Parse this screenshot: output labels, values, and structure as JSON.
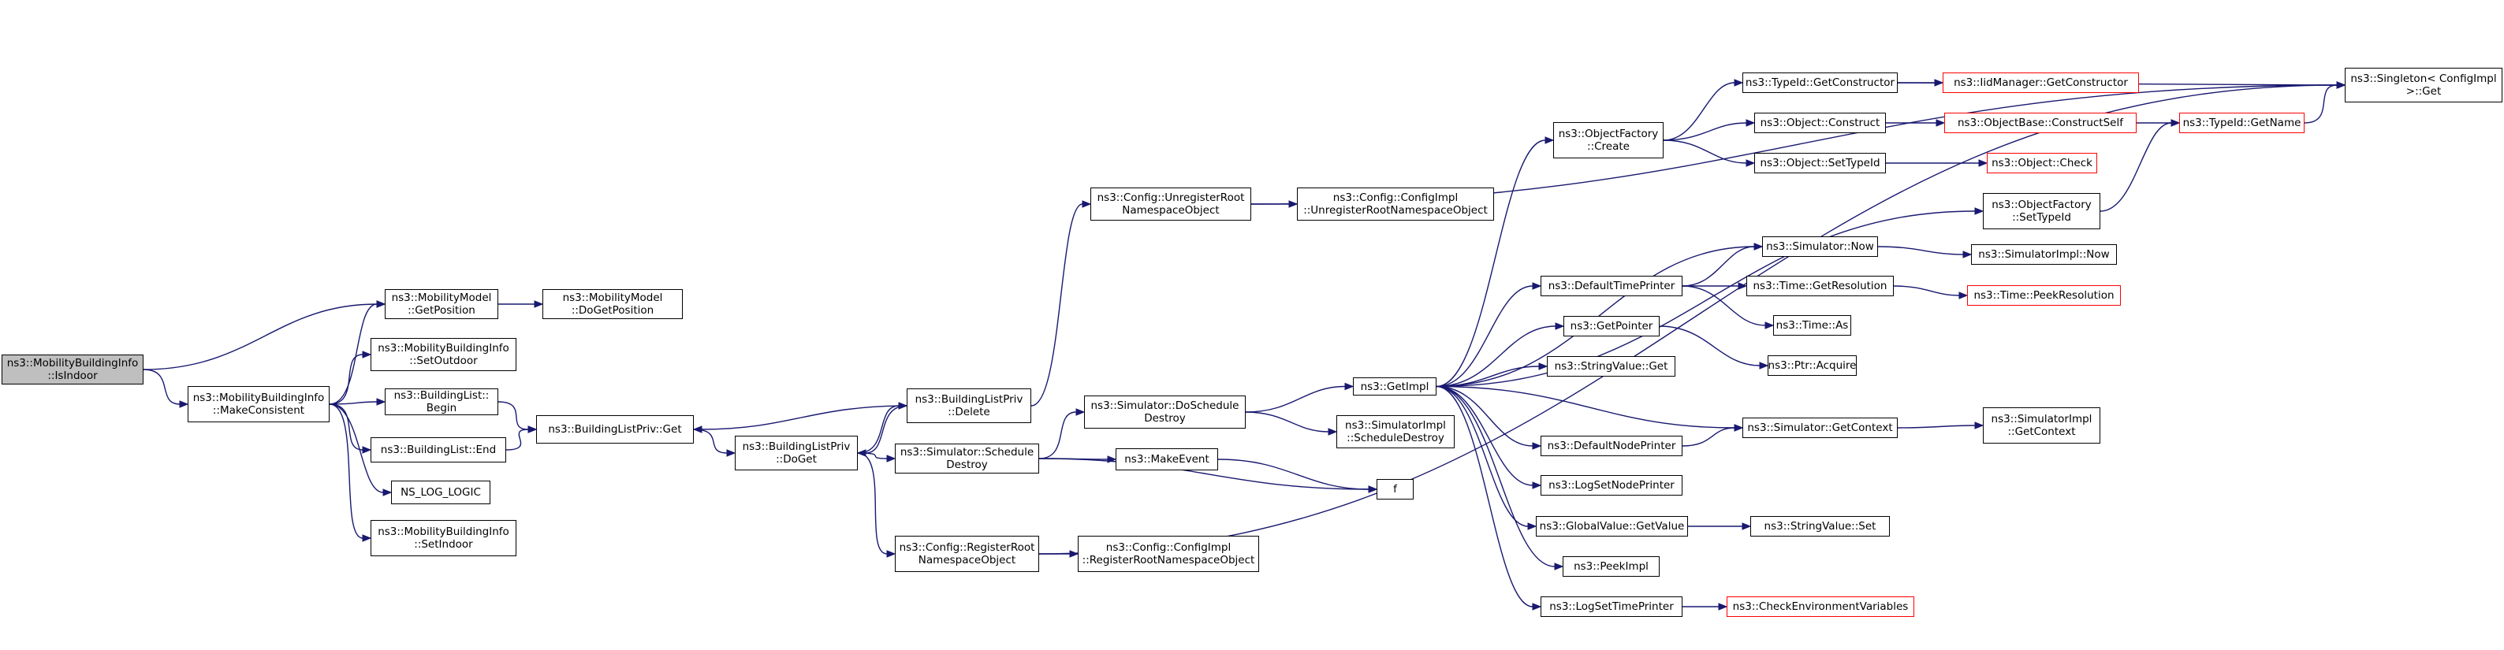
{
  "colors": {
    "edge": "#191970",
    "border": "#000000",
    "truncated_border": "#ff0000",
    "root_fill": "#bfbfbf",
    "background": "#ffffff"
  },
  "nodes": [
    {
      "id": "isindoor",
      "lines": [
        "ns3::MobilityBuildingInfo",
        "::IsIndoor"
      ],
      "root": true
    },
    {
      "id": "makeconsistent",
      "lines": [
        "ns3::MobilityBuildingInfo",
        "::MakeConsistent"
      ]
    },
    {
      "id": "getposition",
      "lines": [
        "ns3::MobilityModel",
        "::GetPosition"
      ]
    },
    {
      "id": "dogetposition",
      "lines": [
        "ns3::MobilityModel",
        "::DoGetPosition"
      ]
    },
    {
      "id": "setoutdoor",
      "lines": [
        "ns3::MobilityBuildingInfo",
        "::SetOutdoor"
      ]
    },
    {
      "id": "blbegin",
      "lines": [
        "ns3::BuildingList::",
        "Begin"
      ]
    },
    {
      "id": "blend",
      "lines": [
        "ns3::BuildingList::End"
      ]
    },
    {
      "id": "nslog",
      "lines": [
        "NS_LOG_LOGIC"
      ]
    },
    {
      "id": "setindoor",
      "lines": [
        "ns3::MobilityBuildingInfo",
        "::SetIndoor"
      ]
    },
    {
      "id": "blpget",
      "lines": [
        "ns3::BuildingListPriv::Get"
      ]
    },
    {
      "id": "blpdoget",
      "lines": [
        "ns3::BuildingListPriv",
        "::DoGet"
      ]
    },
    {
      "id": "blpdelete",
      "lines": [
        "ns3::BuildingListPriv",
        "::Delete"
      ]
    },
    {
      "id": "unregroot",
      "lines": [
        "ns3::Config::UnregisterRoot",
        "NamespaceObject"
      ]
    },
    {
      "id": "cfgunreg",
      "lines": [
        "ns3::Config::ConfigImpl",
        "::UnregisterRootNamespaceObject"
      ]
    },
    {
      "id": "doschedule",
      "lines": [
        "ns3::Simulator::DoSchedule",
        "Destroy"
      ]
    },
    {
      "id": "schedule",
      "lines": [
        "ns3::Simulator::Schedule",
        "Destroy"
      ]
    },
    {
      "id": "makeevent",
      "lines": [
        "ns3::MakeEvent"
      ]
    },
    {
      "id": "f",
      "lines": [
        "f"
      ]
    },
    {
      "id": "regroot",
      "lines": [
        "ns3::Config::RegisterRoot",
        "NamespaceObject"
      ]
    },
    {
      "id": "cfgreg",
      "lines": [
        "ns3::Config::ConfigImpl",
        "::RegisterRootNamespaceObject"
      ]
    },
    {
      "id": "getimpl",
      "lines": [
        "ns3::GetImpl"
      ]
    },
    {
      "id": "simimplsched",
      "lines": [
        "ns3::SimulatorImpl",
        "::ScheduleDestroy"
      ]
    },
    {
      "id": "ofcreate",
      "lines": [
        "ns3::ObjectFactory",
        "::Create"
      ]
    },
    {
      "id": "getconstructor",
      "lines": [
        "ns3::TypeId::GetConstructor"
      ]
    },
    {
      "id": "iidgetctor",
      "lines": [
        "ns3::IidManager::GetConstructor"
      ],
      "truncated": true
    },
    {
      "id": "objconstruct",
      "lines": [
        "ns3::Object::Construct"
      ]
    },
    {
      "id": "constructself",
      "lines": [
        "ns3::ObjectBase::ConstructSelf"
      ],
      "truncated": true
    },
    {
      "id": "getname",
      "lines": [
        "ns3::TypeId::GetName"
      ],
      "truncated": true
    },
    {
      "id": "singleton",
      "lines": [
        "ns3::Singleton< ConfigImpl",
        "&gt;::Get"
      ]
    },
    {
      "id": "objsettypeid",
      "lines": [
        "ns3::Object::SetTypeId"
      ]
    },
    {
      "id": "objcheck",
      "lines": [
        "ns3::Object::Check"
      ],
      "truncated": true
    },
    {
      "id": "ofsettypeid",
      "lines": [
        "ns3::ObjectFactory",
        "::SetTypeId"
      ]
    },
    {
      "id": "simnow",
      "lines": [
        "ns3::Simulator::Now"
      ]
    },
    {
      "id": "simimplnow",
      "lines": [
        "ns3::SimulatorImpl::Now"
      ]
    },
    {
      "id": "deftimeprinter",
      "lines": [
        "ns3::DefaultTimePrinter"
      ]
    },
    {
      "id": "getresolution",
      "lines": [
        "ns3::Time::GetResolution"
      ]
    },
    {
      "id": "peekresolution",
      "lines": [
        "ns3::Time::PeekResolution"
      ],
      "truncated": true
    },
    {
      "id": "timeas",
      "lines": [
        "ns3::Time::As"
      ]
    },
    {
      "id": "getpointer",
      "lines": [
        "ns3::GetPointer"
      ]
    },
    {
      "id": "ptracquire",
      "lines": [
        "ns3::Ptr::Acquire"
      ]
    },
    {
      "id": "stringvalueget",
      "lines": [
        "ns3::StringValue::Get"
      ]
    },
    {
      "id": "simgetcontext",
      "lines": [
        "ns3::Simulator::GetContext"
      ]
    },
    {
      "id": "simimplgetcontext",
      "lines": [
        "ns3::SimulatorImpl",
        "::GetContext"
      ]
    },
    {
      "id": "defnodeprinter",
      "lines": [
        "ns3::DefaultNodePrinter"
      ]
    },
    {
      "id": "logsetnodeprinter",
      "lines": [
        "ns3::LogSetNodePrinter"
      ]
    },
    {
      "id": "globalvalue",
      "lines": [
        "ns3::GlobalValue::GetValue"
      ]
    },
    {
      "id": "stringvalueset",
      "lines": [
        "ns3::StringValue::Set"
      ]
    },
    {
      "id": "peekimpl",
      "lines": [
        "ns3::PeekImpl"
      ]
    },
    {
      "id": "logsettimeprinter",
      "lines": [
        "ns3::LogSetTimePrinter"
      ]
    },
    {
      "id": "checkenv",
      "lines": [
        "ns3::CheckEnvironmentVariables"
      ],
      "truncated": true
    }
  ],
  "edges": [
    [
      "isindoor",
      "getposition"
    ],
    [
      "isindoor",
      "makeconsistent"
    ],
    [
      "makeconsistent",
      "getposition"
    ],
    [
      "makeconsistent",
      "setoutdoor"
    ],
    [
      "makeconsistent",
      "blbegin"
    ],
    [
      "makeconsistent",
      "blend"
    ],
    [
      "makeconsistent",
      "nslog"
    ],
    [
      "makeconsistent",
      "setindoor"
    ],
    [
      "getposition",
      "dogetposition"
    ],
    [
      "blbegin",
      "blpget"
    ],
    [
      "blend",
      "blpget"
    ],
    [
      "blpget",
      "blpdoget"
    ],
    [
      "blpdoget",
      "blpdelete"
    ],
    [
      "blpdoget",
      "schedule"
    ],
    [
      "blpdoget",
      "regroot"
    ],
    [
      "blpdelete",
      "blpget"
    ],
    [
      "blpdelete",
      "blpdoget"
    ],
    [
      "blpdelete",
      "unregroot"
    ],
    [
      "unregroot",
      "cfgunreg"
    ],
    [
      "unregroot",
      "singleton"
    ],
    [
      "schedule",
      "doschedule"
    ],
    [
      "schedule",
      "makeevent"
    ],
    [
      "schedule",
      "f"
    ],
    [
      "makeevent",
      "f"
    ],
    [
      "doschedule",
      "getimpl"
    ],
    [
      "doschedule",
      "simimplsched"
    ],
    [
      "regroot",
      "cfgreg"
    ],
    [
      "regroot",
      "singleton"
    ],
    [
      "getimpl",
      "ofcreate"
    ],
    [
      "getimpl",
      "ofsettypeid"
    ],
    [
      "getimpl",
      "simnow"
    ],
    [
      "getimpl",
      "deftimeprinter"
    ],
    [
      "getimpl",
      "getpointer"
    ],
    [
      "getimpl",
      "stringvalueget"
    ],
    [
      "getimpl",
      "simgetcontext"
    ],
    [
      "getimpl",
      "defnodeprinter"
    ],
    [
      "getimpl",
      "logsetnodeprinter"
    ],
    [
      "getimpl",
      "globalvalue"
    ],
    [
      "getimpl",
      "peekimpl"
    ],
    [
      "getimpl",
      "logsettimeprinter"
    ],
    [
      "ofcreate",
      "getconstructor"
    ],
    [
      "ofcreate",
      "objconstruct"
    ],
    [
      "ofcreate",
      "objsettypeid"
    ],
    [
      "getconstructor",
      "iidgetctor"
    ],
    [
      "getconstructor",
      "singleton"
    ],
    [
      "objconstruct",
      "constructself"
    ],
    [
      "constructself",
      "getname"
    ],
    [
      "getname",
      "singleton"
    ],
    [
      "objsettypeid",
      "objcheck"
    ],
    [
      "ofsettypeid",
      "getname"
    ],
    [
      "simnow",
      "simimplnow"
    ],
    [
      "deftimeprinter",
      "simnow"
    ],
    [
      "deftimeprinter",
      "getresolution"
    ],
    [
      "deftimeprinter",
      "timeas"
    ],
    [
      "getresolution",
      "peekresolution"
    ],
    [
      "getpointer",
      "ptracquire"
    ],
    [
      "simgetcontext",
      "simimplgetcontext"
    ],
    [
      "defnodeprinter",
      "simgetcontext"
    ],
    [
      "globalvalue",
      "stringvalueset"
    ],
    [
      "logsettimeprinter",
      "checkenv"
    ]
  ]
}
